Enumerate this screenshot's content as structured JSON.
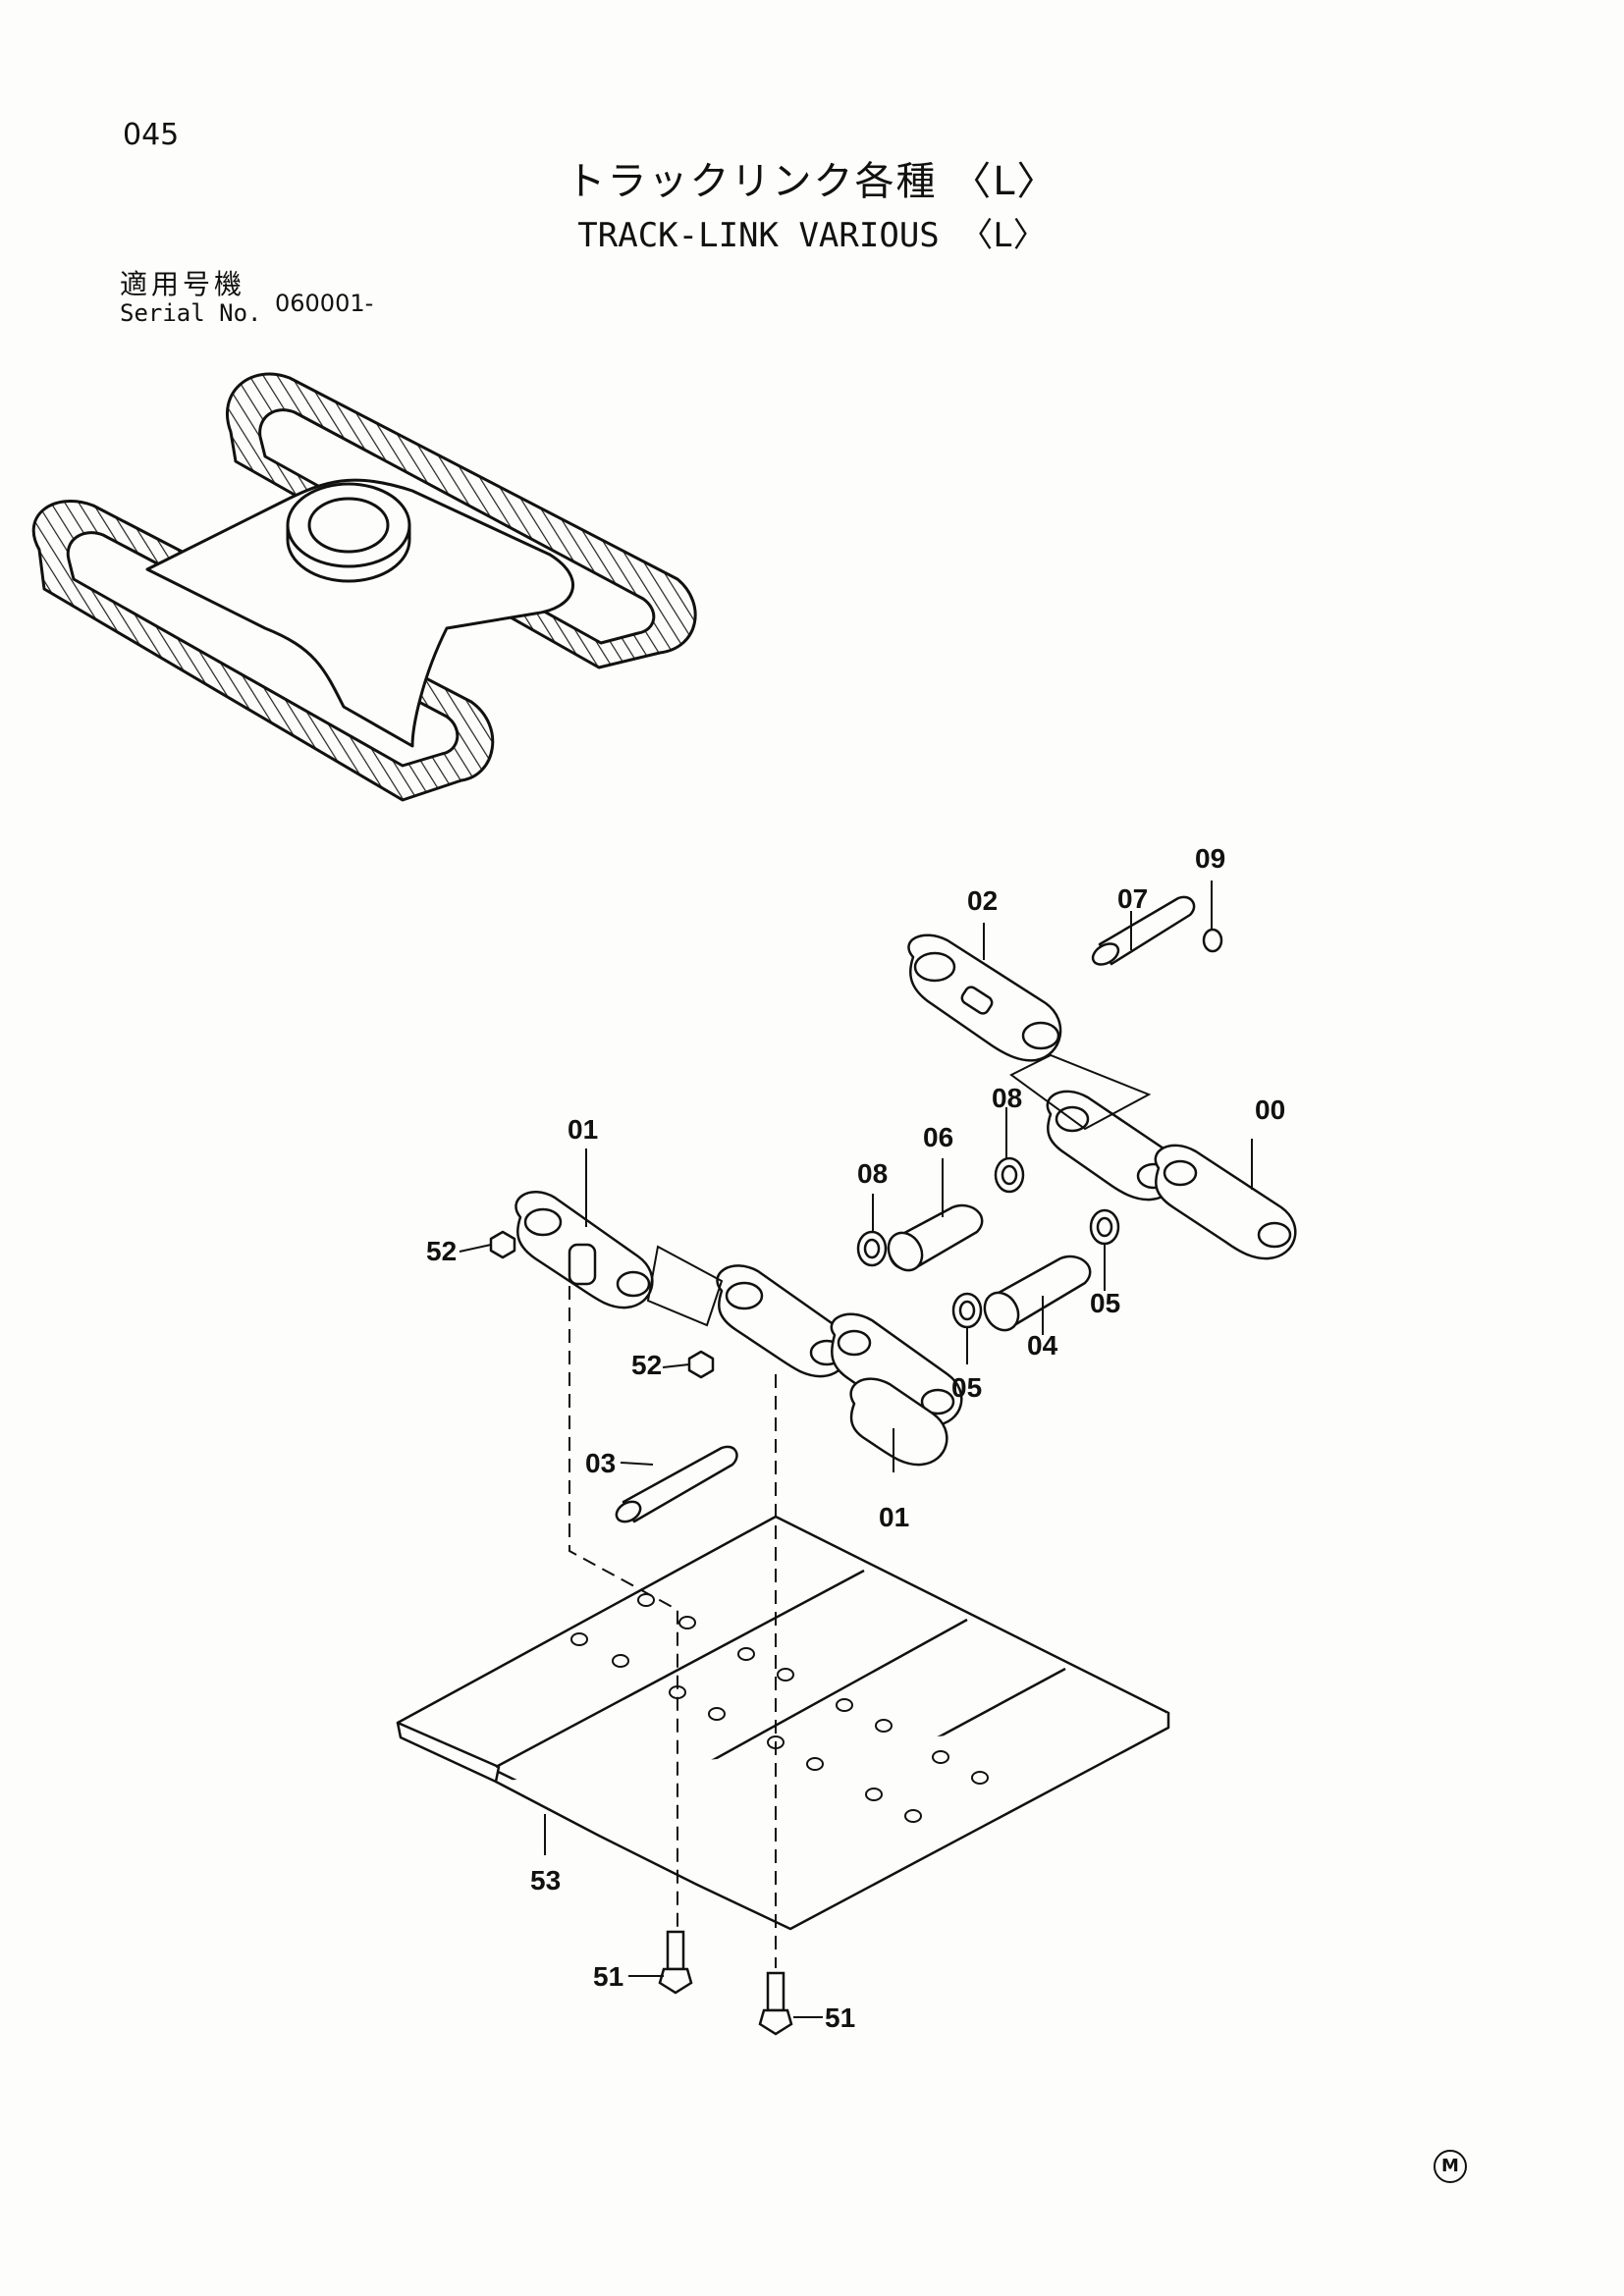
{
  "page": {
    "number": "045"
  },
  "title": {
    "ja": "トラックリンク各種 〈L〉",
    "en": "TRACK-LINK VARIOUS 〈L〉"
  },
  "serial": {
    "label_ja": "適用号機",
    "label_en": "Serial No.",
    "value": "060001-"
  },
  "callouts": [
    "00",
    "01",
    "01",
    "02",
    "03",
    "04",
    "05",
    "05",
    "06",
    "07",
    "08",
    "08",
    "09",
    "51",
    "51",
    "52",
    "52",
    "53"
  ],
  "mark": "M"
}
